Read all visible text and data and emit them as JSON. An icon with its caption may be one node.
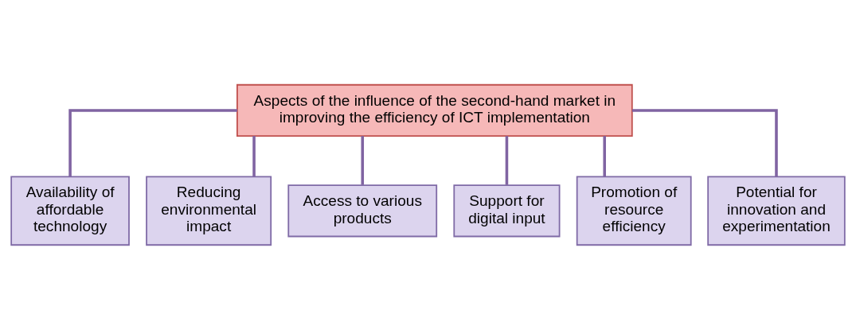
{
  "diagram": {
    "nodes": [
      {
        "text": [
          "Aspects of the influence of the second-hand market in improving the efficiency of ICT implementation"
        ]
      },
      {
        "text": [
          "Availability of affordable technology"
        ]
      },
      {
        "text": [
          "Reducing environmental impact"
        ]
      },
      {
        "text": [
          "Access to various products"
        ]
      },
      {
        "text": [
          "Support for digital input"
        ]
      },
      {
        "text": [
          "Promotion of resource efficiency"
        ]
      },
      {
        "text": [
          "Potential for innovation and experimentation"
        ]
      }
    ],
    "edges": [
      {
        "from": 0,
        "to": 1,
        "arrow": "none"
      },
      {
        "from": 0,
        "to": 2,
        "arrow": "none"
      },
      {
        "from": 0,
        "to": 3,
        "arrow": "none"
      },
      {
        "from": 0,
        "to": 4,
        "arrow": "none"
      },
      {
        "from": 0,
        "to": 5,
        "arrow": "none"
      },
      {
        "from": 0,
        "to": 6,
        "arrow": "none"
      }
    ]
  }
}
